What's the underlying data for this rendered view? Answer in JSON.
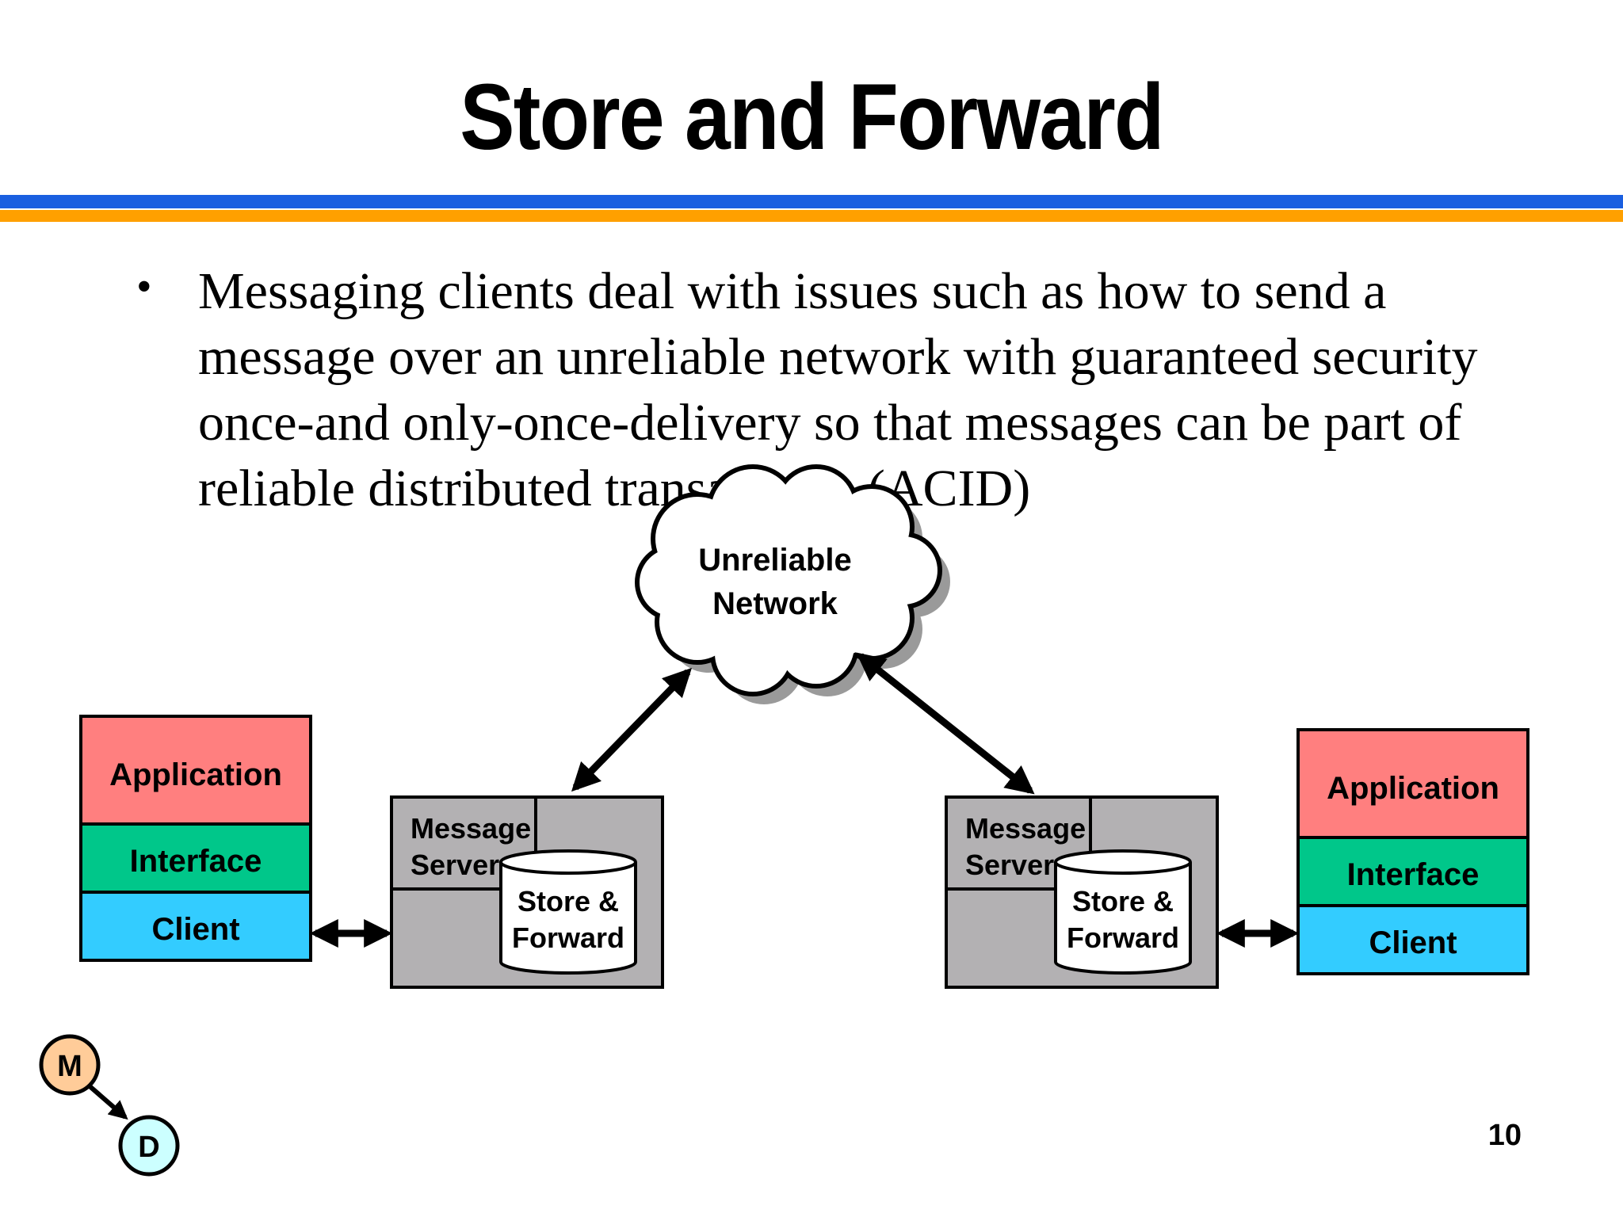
{
  "slide": {
    "title": "Store and Forward",
    "bullet": "Messaging clients deal with issues such as how to send a message over an unreliable network with guaranteed security once-and only-once-delivery so that messages can be part of reliable distributed transactions (ACID)",
    "page_number": "10"
  },
  "diagram": {
    "network": {
      "line1": "Unreliable",
      "line2": "Network"
    },
    "left_stack": {
      "application": "Application",
      "interface": "Interface",
      "client": "Client"
    },
    "right_stack": {
      "application": "Application",
      "interface": "Interface",
      "client": "Client"
    },
    "left_server": {
      "label1": "Message",
      "label2": "Server",
      "store1": "Store &",
      "store2": "Forward"
    },
    "right_server": {
      "label1": "Message",
      "label2": "Server",
      "store1": "Store &",
      "store2": "Forward"
    },
    "logo": {
      "top": "M",
      "bottom": "D"
    }
  },
  "colors": {
    "application": "#ff7f7f",
    "interface": "#00c78a",
    "client": "#33ccff",
    "server": "#b3b1b3",
    "rule_blue": "#1a5fe0",
    "rule_orange": "#ffa000",
    "logo_m": "#ffcc99",
    "logo_d": "#ccffff"
  }
}
